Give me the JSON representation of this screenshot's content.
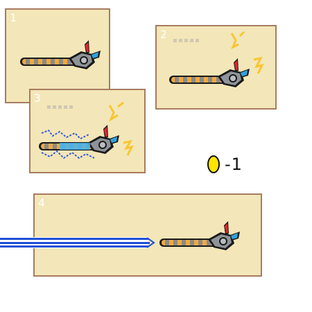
{
  "panels": [
    {
      "number": "1"
    },
    {
      "number": "2"
    },
    {
      "number": "3"
    },
    {
      "number": "4"
    }
  ],
  "cost": {
    "value": "-1",
    "icon": "gold-coin-icon"
  },
  "colors": {
    "panel_bg": "#f3e6b8",
    "panel_border": "#a77b5f",
    "coin": "#ffe600",
    "beam": "#1f4fd6",
    "spark": "#f7c633",
    "electric": "#3a5bd9"
  }
}
